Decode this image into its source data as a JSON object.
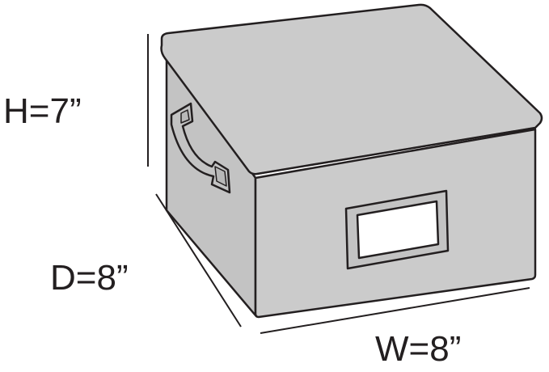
{
  "dimensions": {
    "height_label": "H=7”",
    "depth_label": "D=8”",
    "width_label": "W=8”"
  },
  "colors": {
    "box_fill": "#cbcbcb",
    "box_side": "#c3c3c3",
    "outline": "#231f20",
    "label_window": "#ffffff",
    "background": "#ffffff"
  }
}
